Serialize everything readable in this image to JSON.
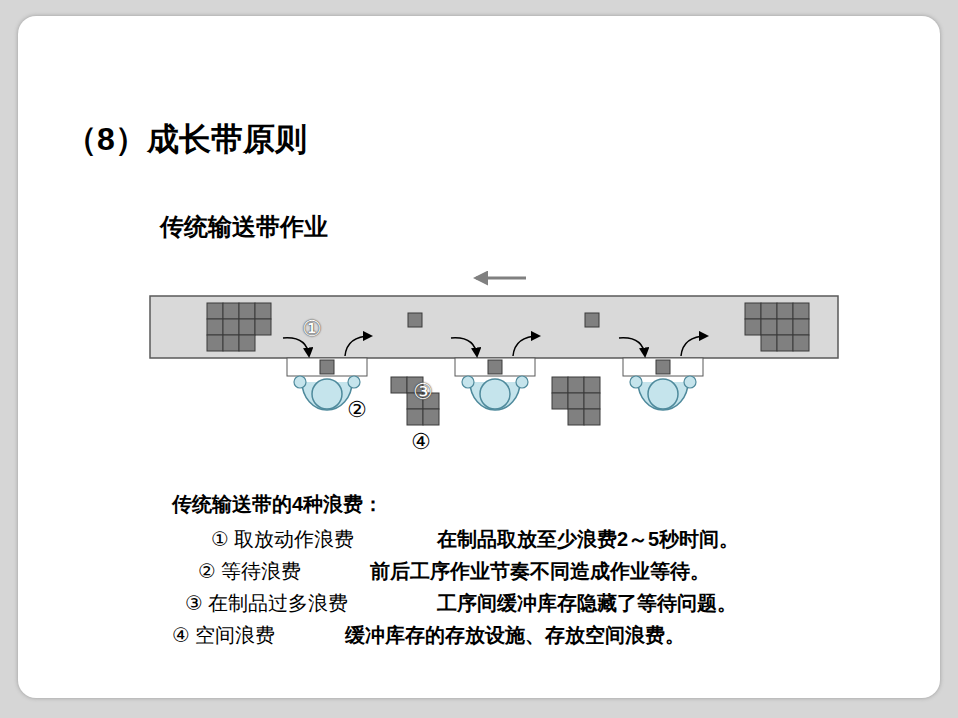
{
  "diagram": {
    "title": "（8）成长带原则",
    "labels": [
      "传统输送带作业",
      "①",
      "②",
      "③",
      "④",
      "传统输送带的4种浪费：",
      "① 取放动作浪费",
      "在制品取放至少浪费2～5秒时间。",
      "② 等待浪费",
      "前后工序作业节奏不同造成作业等待。",
      "③ 在制品过多浪费",
      "工序间缓冲库存隐藏了等待问题。",
      "④ 空间浪费",
      "缓冲库存的存放设施、存放空间浪费。"
    ]
  }
}
